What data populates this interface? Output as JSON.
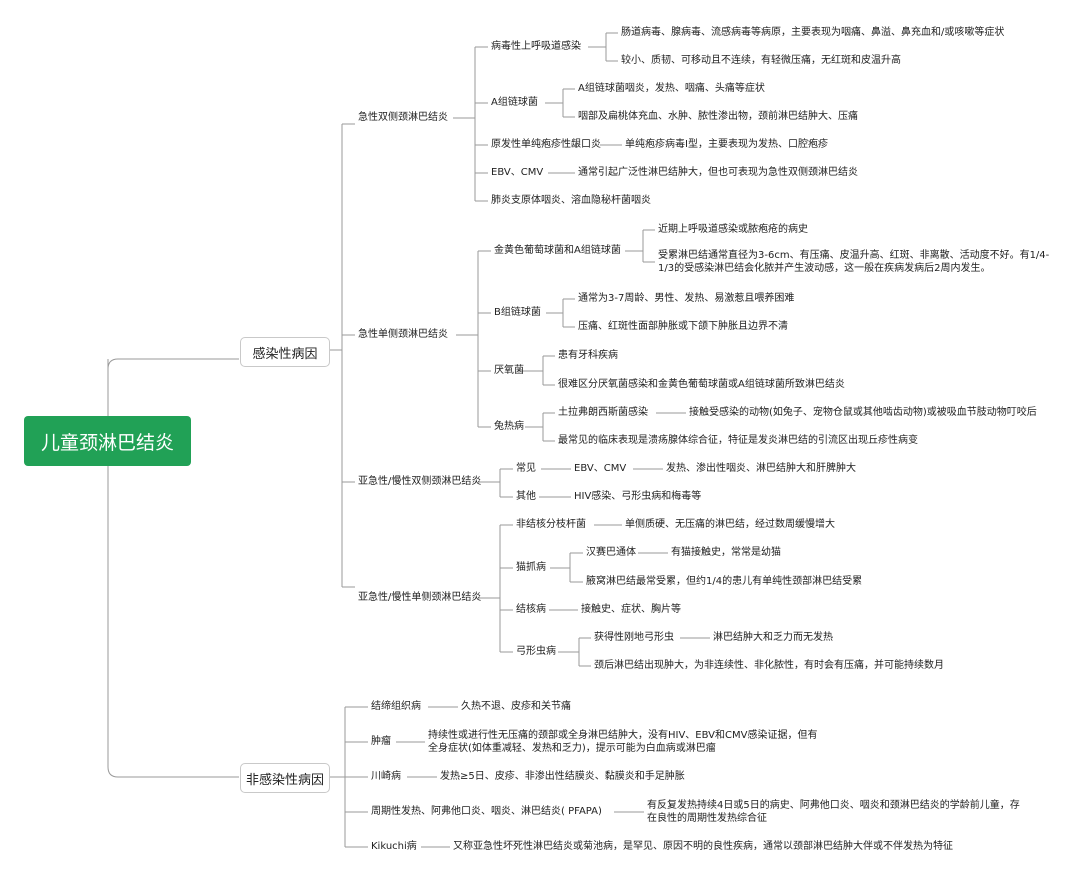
{
  "root": "儿童颈淋巴结炎",
  "infectious": {
    "label": "感染性病因",
    "acute_bilateral": {
      "label": "急性双侧颈淋巴结炎",
      "viral": {
        "label": "病毒性上呼吸道感染",
        "d1": "肠道病毒、腺病毒、流感病毒等病原，主要表现为咽痛、鼻溢、鼻充血和/或咳嗽等症状",
        "d2": "较小、质韧、可移动且不连续，有轻微压痛，无红斑和皮温升高"
      },
      "gas": {
        "label": "A组链球菌",
        "d1": "A组链球菌咽炎，发热、咽痛、头痛等症状",
        "d2": "咽部及扁桃体充血、水肿、脓性渗出物，颈前淋巴结肿大、压痛"
      },
      "hsv": {
        "label": "原发性单纯疱疹性龈口炎",
        "d": "单纯疱疹病毒I型，主要表现为发热、口腔疱疹"
      },
      "ebv": {
        "label": "EBV、CMV",
        "d": "通常引起广泛性淋巴结肿大，但也可表现为急性双侧颈淋巴结炎"
      },
      "myco": {
        "label": "肺炎支原体咽炎、溶血隐秘杆菌咽炎"
      }
    },
    "acute_unilateral": {
      "label": "急性单侧颈淋巴结炎",
      "staph": {
        "label": "金黄色葡萄球菌和A组链球菌",
        "d1": "近期上呼吸道感染或脓疱疮的病史",
        "d2": "受累淋巴结通常直径为3-6cm、有压痛、皮温升高、红斑、非离散、活动度不好。有1/4-1/3的受感染淋巴结会化脓并产生波动感，这一般在疾病发病后2周内发生。"
      },
      "gbs": {
        "label": "B组链球菌",
        "d1": "通常为3-7周龄、男性、发热、易激惹且喂养困难",
        "d2": "压痛、红斑性面部肿胀或下颌下肿胀且边界不清"
      },
      "anaerobe": {
        "label": "厌氧菌",
        "d1": "患有牙科疾病",
        "d2": "很难区分厌氧菌感染和金黄色葡萄球菌或A组链球菌所致淋巴结炎"
      },
      "tularemia": {
        "label": "兔热病",
        "sub": "土拉弗朗西斯菌感染",
        "sub_d": "接触受感染的动物(如兔子、宠物仓鼠或其他啮齿动物)或被吸血节肢动物叮咬后",
        "d2": "最常见的临床表现是溃疡腺体综合征，特征是发炎淋巴结的引流区出现丘疹性病变"
      }
    },
    "subacute_bilateral": {
      "label": "亚急性/慢性双侧颈淋巴结炎",
      "common": {
        "label": "常见",
        "sub": "EBV、CMV",
        "d": "发热、渗出性咽炎、淋巴结肿大和肝脾肿大"
      },
      "other": {
        "label": "其他",
        "d": "HIV感染、弓形虫病和梅毒等"
      }
    },
    "subacute_unilateral": {
      "label": "亚急性/慢性单侧颈淋巴结炎",
      "ntm": {
        "label": "非结核分枝杆菌",
        "d": "单侧质硬、无压痛的淋巴结，经过数周缓慢增大"
      },
      "csd": {
        "label": "猫抓病",
        "sub": "汉赛巴通体",
        "sub_d": "有猫接触史，常常是幼猫",
        "d2": "腋窝淋巴结最常受累，但约1/4的患儿有单纯性颈部淋巴结受累"
      },
      "tb": {
        "label": "结核病",
        "d": "接触史、症状、胸片等"
      },
      "toxo": {
        "label": "弓形虫病",
        "sub": "获得性刚地弓形虫",
        "sub_d": "淋巴结肿大和乏力而无发热",
        "d2": "颈后淋巴结出现肿大，为非连续性、非化脓性，有时会有压痛，并可能持续数月"
      }
    }
  },
  "noninfectious": {
    "label": "非感染性病因",
    "ctd": {
      "label": "结缔组织病",
      "d": "久热不退、皮疹和关节痛"
    },
    "tumor": {
      "label": "肿瘤",
      "d": "持续性或进行性无压痛的颈部或全身淋巴结肿大，没有HIV、EBV和CMV感染证据，但有全身症状(如体重减轻、发热和乏力)，提示可能为白血病或淋巴瘤"
    },
    "kawasaki": {
      "label": "川崎病",
      "d": "发热≥5日、皮疹、非渗出性结膜炎、黏膜炎和手足肿胀"
    },
    "pfapa": {
      "label": "周期性发热、阿弗他口炎、咽炎、淋巴结炎( PFAPA)",
      "d": "有反复发热持续4日或5日的病史、阿弗他口炎、咽炎和颈淋巴结炎的学龄前儿童，存在良性的周期性发热综合征"
    },
    "kikuchi": {
      "label": "Kikuchi病",
      "d": "又称亚急性坏死性淋巴结炎或菊池病，是罕见、原因不明的良性疾病，通常以颈部淋巴结肿大伴或不伴发热为特征"
    }
  }
}
